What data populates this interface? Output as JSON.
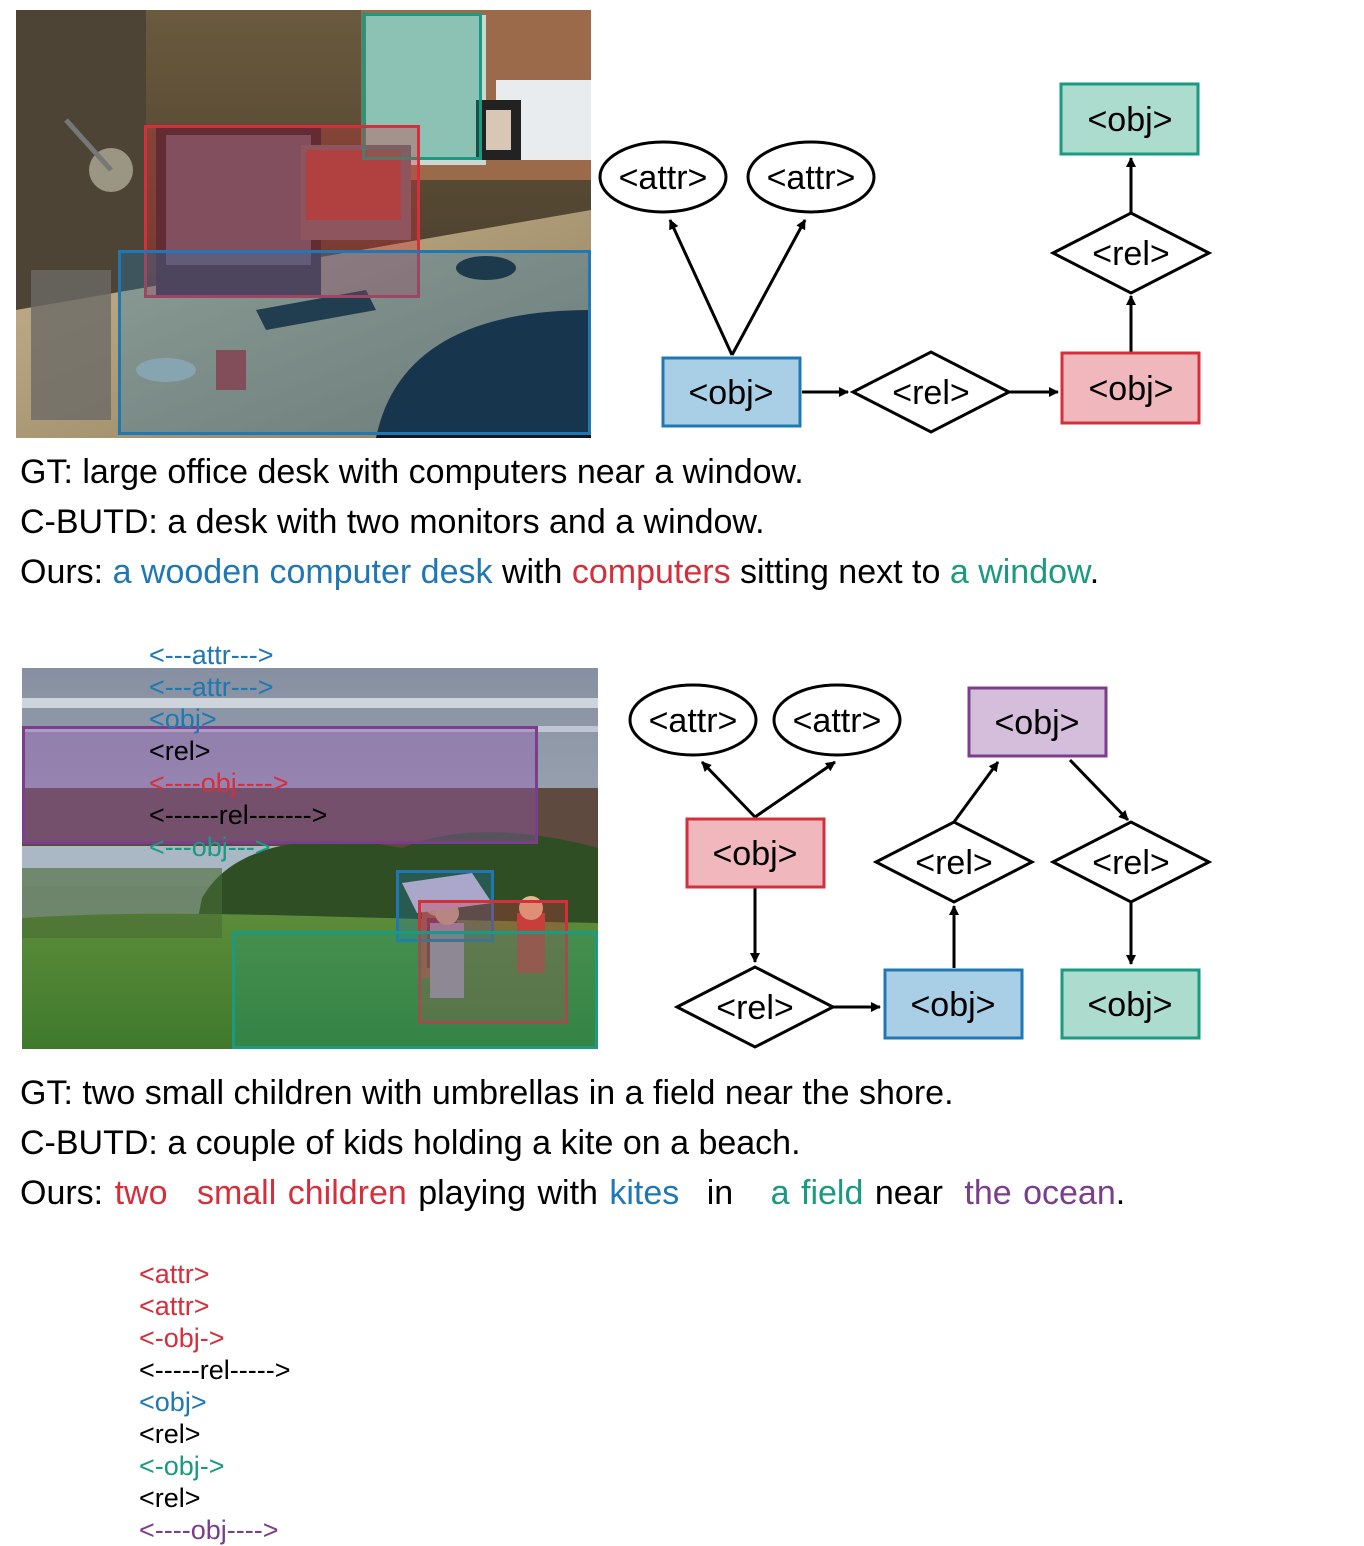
{
  "colors": {
    "blue": "#1f78b4",
    "red": "#d62f3c",
    "green": "#1a9a80",
    "purple": "#7b3e8c",
    "blue_fill": "#a9cfe6",
    "red_fill": "#f0b7bd",
    "green_fill": "#acdccd",
    "purple_fill": "#d5bddc"
  },
  "example1": {
    "graph": {
      "attr_1": "<attr>",
      "attr_2": "<attr>",
      "obj_desk": "<obj>",
      "rel_1": "<rel>",
      "obj_computers": "<obj>",
      "rel_2": "<rel>",
      "obj_window": "<obj>"
    },
    "gt": "GT: large office desk with computers near a window.",
    "cbutd": "C-BUTD: a desk with two monitors and a window.",
    "ours_prefix": "Ours:",
    "ours_segments": [
      {
        "text": "a wooden computer desk",
        "color": "blue"
      },
      {
        "text": "with",
        "color": "black"
      },
      {
        "text": "computers",
        "color": "red"
      },
      {
        "text": "sitting next to",
        "color": "black"
      },
      {
        "text": "a window",
        "color": "green"
      },
      {
        "text": ".",
        "color": "black"
      }
    ],
    "tags": [
      {
        "text": "<---attr--->",
        "color": "blue"
      },
      {
        "text": "<---attr--->",
        "color": "blue"
      },
      {
        "text": "<obj>",
        "color": "blue"
      },
      {
        "text": "<rel>",
        "color": "black"
      },
      {
        "text": "<----obj---->",
        "color": "red"
      },
      {
        "text": "<------rel------->",
        "color": "black"
      },
      {
        "text": "<---obj--->",
        "color": "green"
      }
    ]
  },
  "example2": {
    "graph": {
      "attr_1": "<attr>",
      "attr_2": "<attr>",
      "obj_children": "<obj>",
      "rel_1": "<rel>",
      "obj_kites": "<obj>",
      "rel_2": "<rel>",
      "obj_ocean": "<obj>",
      "rel_3": "<rel>",
      "obj_field": "<obj>"
    },
    "gt": "GT: two small children with umbrellas in a field near the shore.",
    "cbutd": "C-BUTD: a couple of kids holding a kite on a beach.",
    "ours_prefix": "Ours:",
    "ours_segments": [
      {
        "text": "two",
        "color": "red"
      },
      {
        "text": "small children",
        "color": "red"
      },
      {
        "text": "playing with",
        "color": "black"
      },
      {
        "text": "kites",
        "color": "blue"
      },
      {
        "text": "in",
        "color": "black"
      },
      {
        "text": "a field",
        "color": "green"
      },
      {
        "text": "near",
        "color": "black"
      },
      {
        "text": "the ocean",
        "color": "purple"
      },
      {
        "text": ".",
        "color": "black"
      }
    ],
    "tags": [
      {
        "text": "<attr>",
        "color": "red"
      },
      {
        "text": "<attr>",
        "color": "red"
      },
      {
        "text": "<-obj->",
        "color": "red"
      },
      {
        "text": "<-----rel----->",
        "color": "black"
      },
      {
        "text": "<obj>",
        "color": "blue"
      },
      {
        "text": "<rel>",
        "color": "black"
      },
      {
        "text": "<-obj->",
        "color": "green"
      },
      {
        "text": "<rel>",
        "color": "black"
      },
      {
        "text": "<----obj---->",
        "color": "purple"
      }
    ]
  }
}
